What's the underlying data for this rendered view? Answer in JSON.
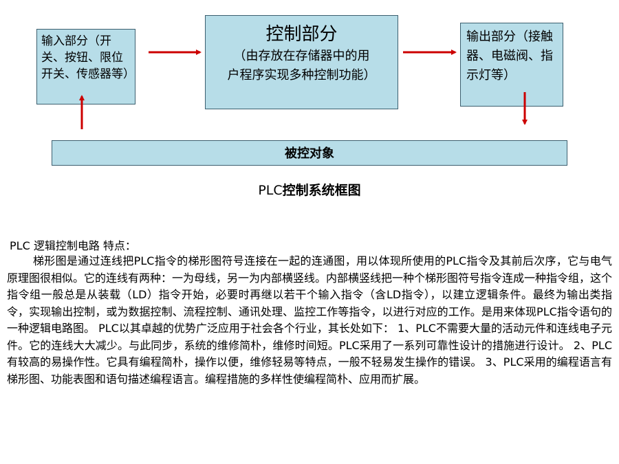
{
  "diagram": {
    "input_box": {
      "text": "输入部分（开关、按钮、限位开关、传感器等）"
    },
    "control_box": {
      "title": "控制部分",
      "sub_line1": "（由存放在存储器中的用",
      "sub_line2": "户程序实现多种控制功能）"
    },
    "output_box": {
      "text": "输出部分（接触器、电磁阀、指示灯等）"
    },
    "controlled_box": {
      "text": "被控对象"
    },
    "caption_latin": "PLC",
    "caption_rest": "控制系统框图",
    "arrow_color": "#cc0000",
    "box_fill": "#b7dde8"
  },
  "description": {
    "heading": "PLC 逻辑控制电路 特点：",
    "body": "梯形图是通过连线把PLC指令的梯形图符号连接在一起的连通图，用以体现所使用的PLC指令及其前后次序，它与电气原理图很相似。它的连线有两种：一为母线，另一为内部横竖线。内部横竖线把一种个梯形图符号指令连成一种指令组，这个指令组一般总是从装载（LD）指令开始，必要时再继以若干个输入指令（含LD指令），以建立逻辑条件。最终为输出类指令，实现输出控制，或为数据控制、流程控制、通讯处理、监控工作等指令，以进行对应的工作。是用来体现PLC指令语句的一种逻辑电路图。 PLC以其卓越的优势广泛应用于社会各个行业，其长处如下： 1、PLC不需要大量的活动元件和连线电子元件。它的连线大大减少。与此同步，系统的维修简朴，维修时间短。PLC采用了一系列可靠性设计的措施进行设计。 2、PLC有较高的易操作性。它具有编程简朴，操作以便，维修轻易等特点，一般不轻易发生操作的错误。 3、PLC采用的编程语言有梯形图、功能表图和语句描述编程语言。编程措施的多样性使编程简朴、应用而扩展。"
  }
}
